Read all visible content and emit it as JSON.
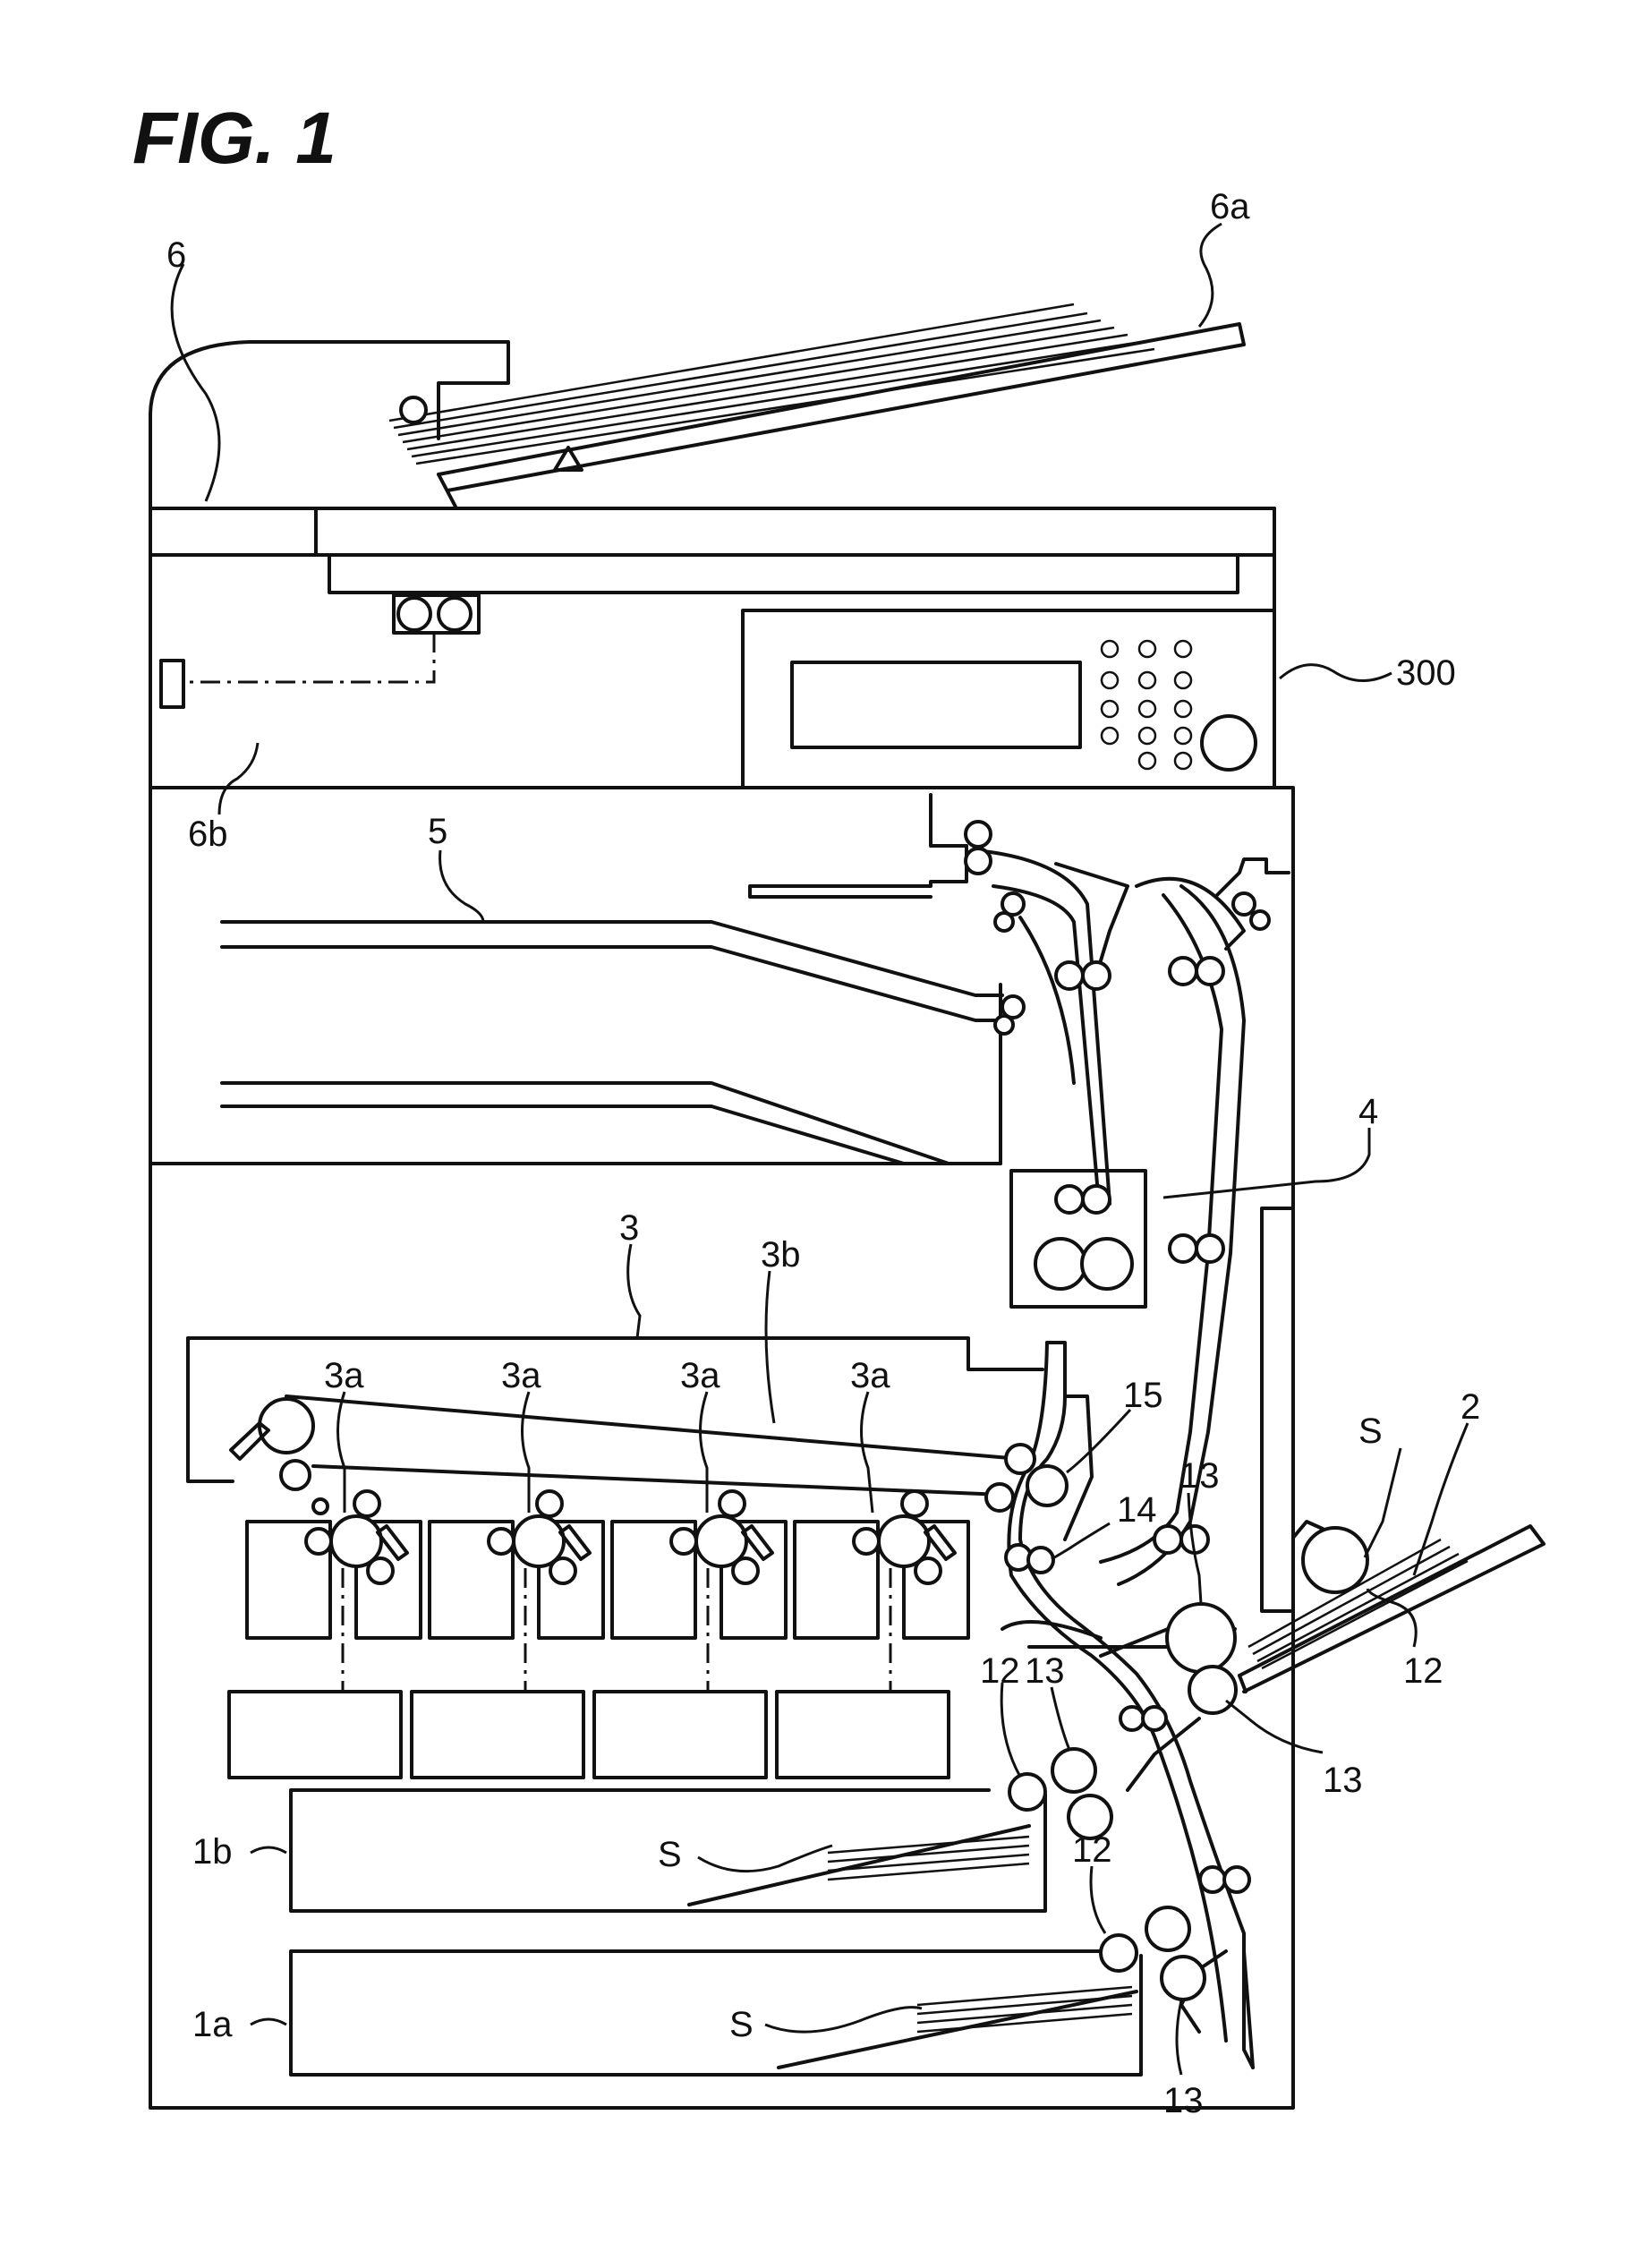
{
  "figure": {
    "title": "FIG. 1",
    "labels": {
      "l6a": "6a",
      "l6": "6",
      "l300": "300",
      "l6b": "6b",
      "l5": "5",
      "l4": "4",
      "l3": "3",
      "l3b": "3b",
      "l3a_1": "3a",
      "l3a_2": "3a",
      "l3a_3": "3a",
      "l3a_4": "3a",
      "l15": "15",
      "l14": "14",
      "l13_a": "13",
      "l13_b": "13",
      "l13_c": "13",
      "l13_d": "13",
      "l12_a": "12",
      "l12_b": "12",
      "l12_c": "12",
      "l2": "2",
      "lS_1": "S",
      "lS_2": "S",
      "lS_3": "S",
      "l1b": "1b",
      "l1a": "1a"
    }
  }
}
